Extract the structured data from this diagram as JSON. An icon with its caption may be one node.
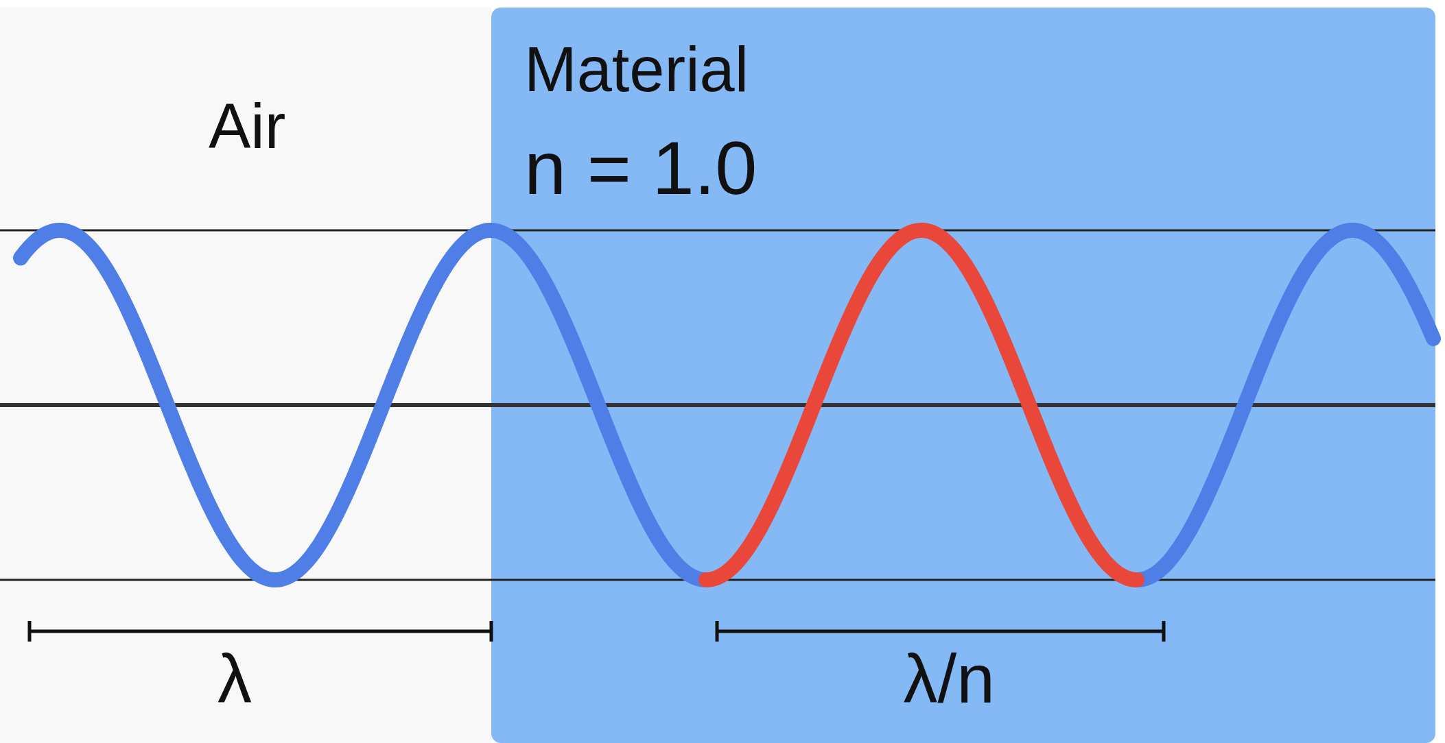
{
  "diagram": {
    "labels": [
      "Air",
      "Material",
      "n = 1.0",
      "λ",
      "λ/n"
    ]
  }
}
